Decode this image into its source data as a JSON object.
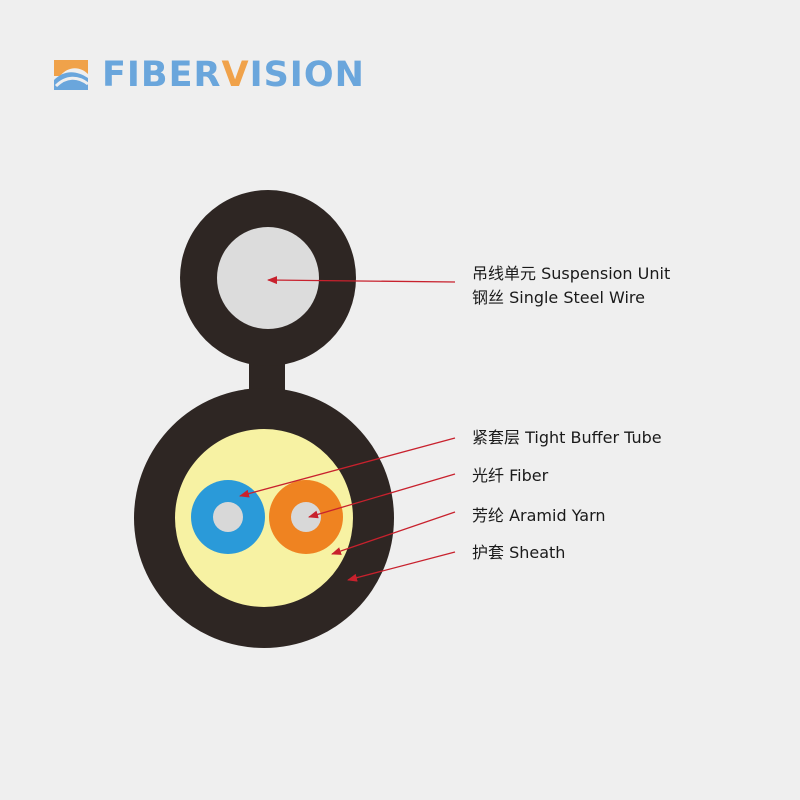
{
  "brand": {
    "name_prefix": "FIBER",
    "name_v": "V",
    "name_suffix": "ISION"
  },
  "labels": {
    "suspension_unit": "吊线单元 Suspension Unit",
    "steel_wire": "钢丝 Single Steel Wire",
    "tight_buffer": "紧套层 Tight Buffer Tube",
    "fiber": "光纤 Fiber",
    "aramid": "芳纶 Aramid Yarn",
    "sheath": "护套 Sheath"
  },
  "colors": {
    "sheath": "#2e2623",
    "steel": "#dcdcdc",
    "aramid": "#f7f2a3",
    "buffer_blue": "#2a9ad9",
    "buffer_orange": "#ef8321",
    "fiber_core": "#d8d8d8",
    "arrow": "#c8212d",
    "brand_blue": "#6aa6dc",
    "brand_orange": "#f0a24a"
  }
}
